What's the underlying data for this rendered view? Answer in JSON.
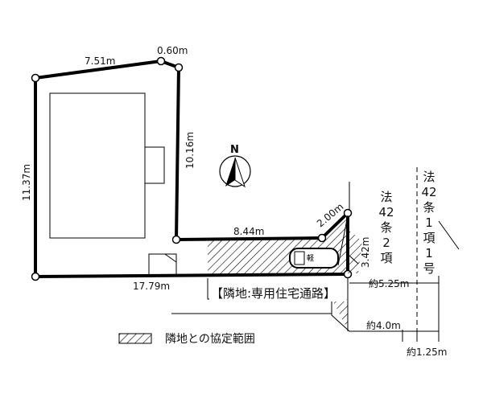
{
  "plan": {
    "dims": {
      "top_left": "7.51m",
      "top_short": "0.60m",
      "left": "11.37m",
      "right_upper": "10.16m",
      "bottom_inner": "8.44m",
      "diag": "2.00m",
      "right_lower": "3.42m",
      "bottom": "17.79m"
    },
    "north": "N",
    "road_label": "【隣地:専用住宅通路】",
    "car_label": "軽",
    "law_1": [
      "法",
      "42",
      "条",
      "2",
      "項"
    ],
    "law_2": [
      "法",
      "42",
      "条",
      "1",
      "項",
      "1",
      "号"
    ],
    "road_widths": {
      "w525": "約5.25m",
      "w40": "約4.0m",
      "w125": "約1.25m"
    },
    "legend": "隣地との協定範囲",
    "colors": {
      "line": "#000000",
      "hatch": "#000000",
      "background": "#ffffff"
    }
  }
}
